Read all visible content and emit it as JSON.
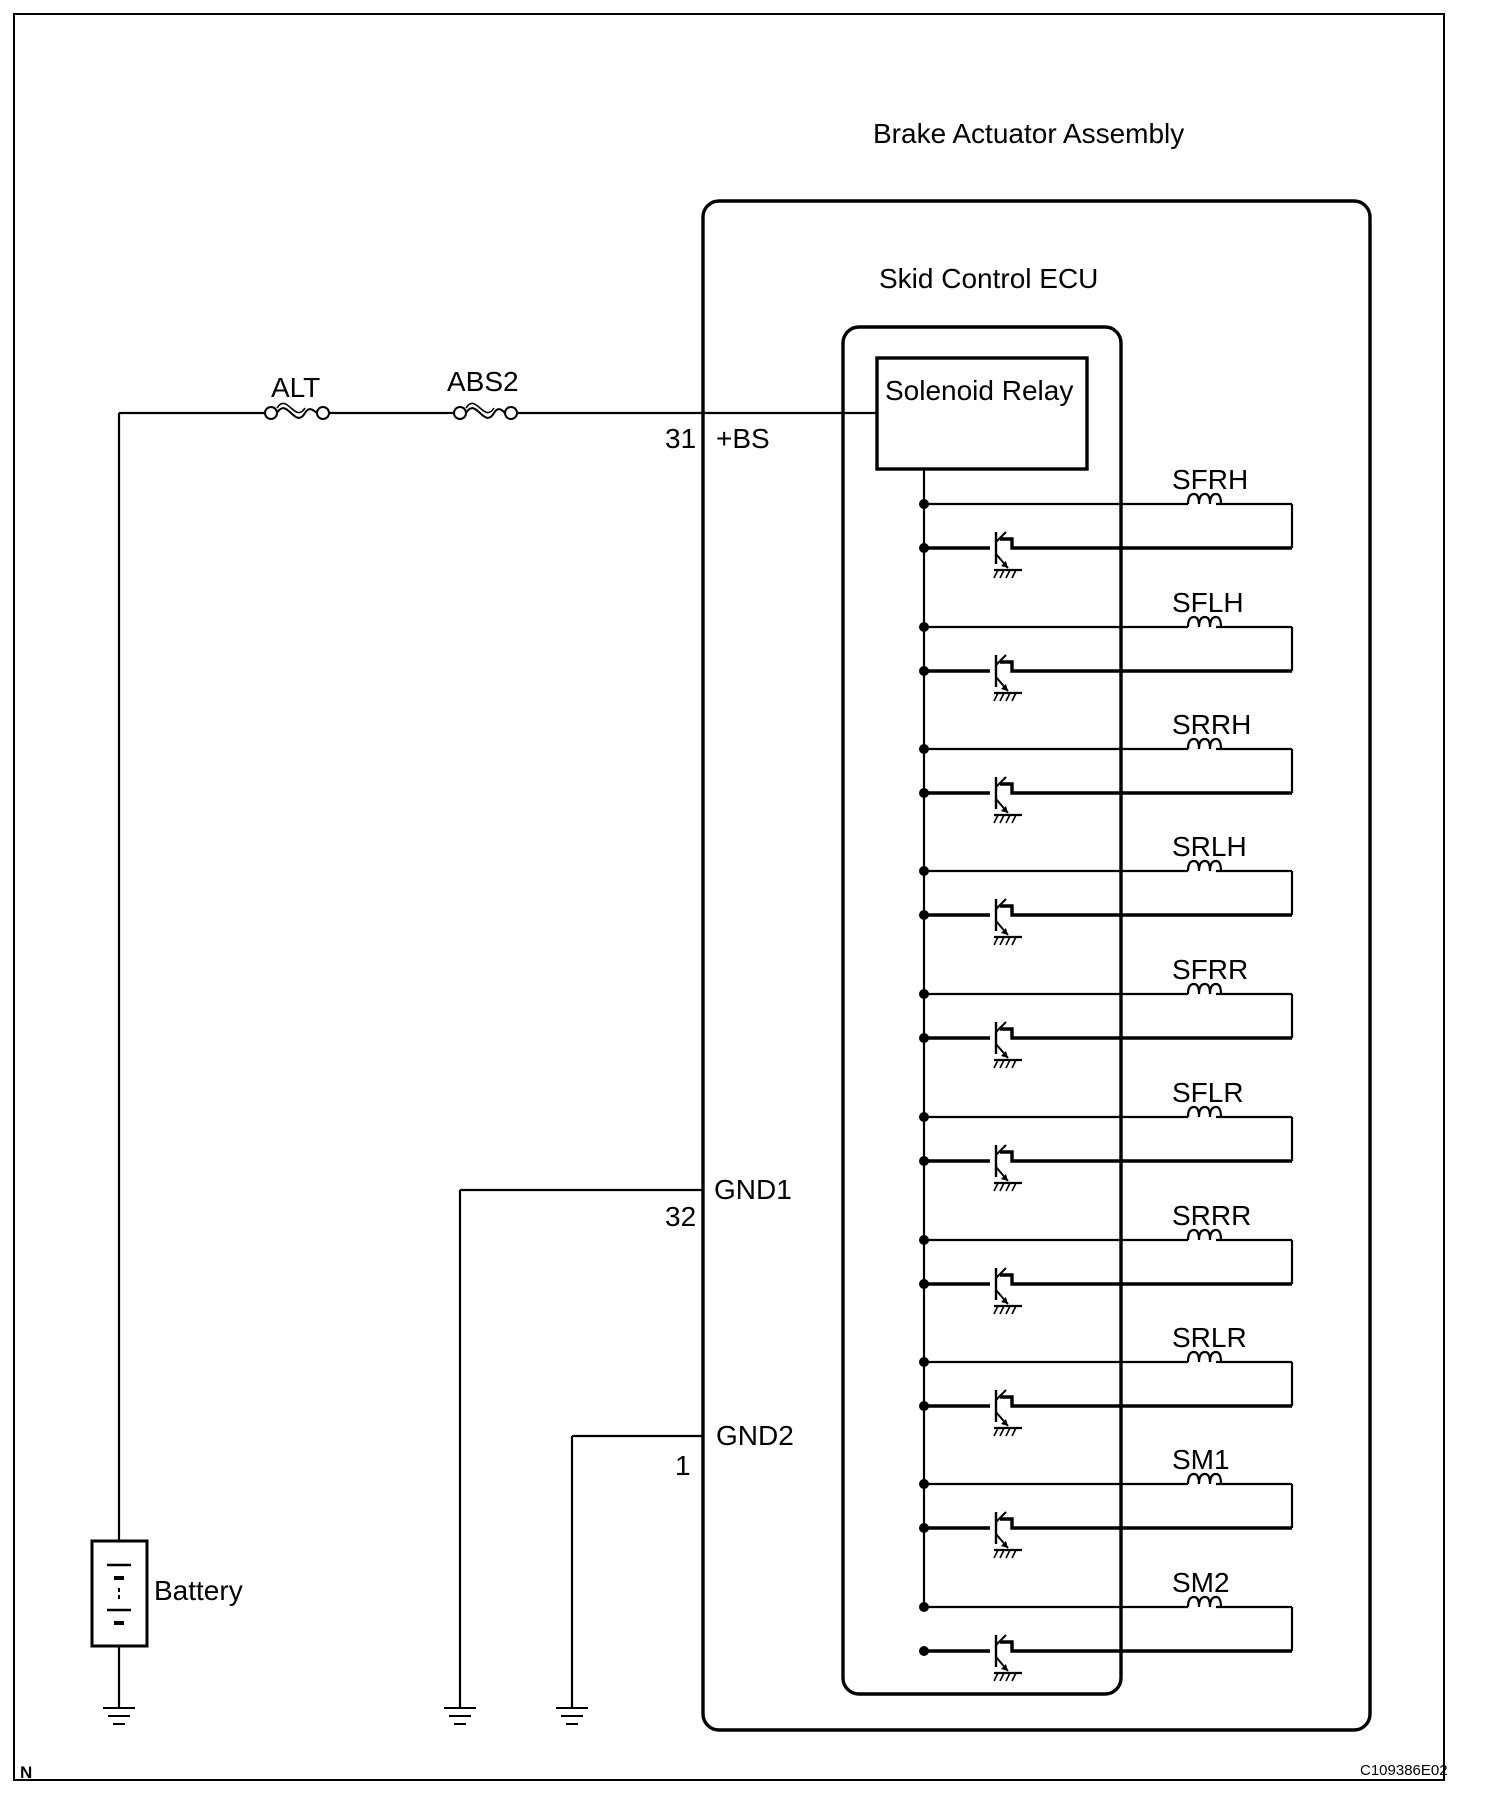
{
  "titles": {
    "assembly": "Brake Actuator Assembly",
    "ecu": "Skid Control ECU",
    "relay": "Solenoid Relay"
  },
  "fuses": [
    "ALT",
    "ABS2"
  ],
  "terminals": {
    "bs_pin": "31",
    "bs_name": "+BS",
    "gnd1_name": "GND1",
    "gnd1_pin": "32",
    "gnd2_name": "GND2",
    "gnd2_pin": "1"
  },
  "battery": "Battery",
  "solenoids": [
    "SFRH",
    "SFLH",
    "SRRH",
    "SRLH",
    "SFRR",
    "SFLR",
    "SRRR",
    "SRLR",
    "SM1",
    "SM2"
  ],
  "corner": {
    "left": "N",
    "right": "C109386E02"
  }
}
